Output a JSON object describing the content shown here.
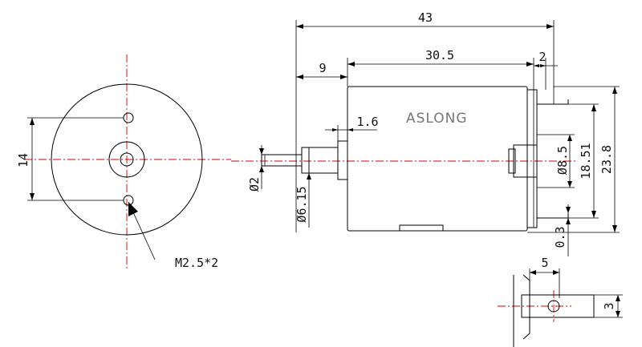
{
  "colors": {
    "line": "#000000",
    "centerline": "#d40000",
    "brand_text": "#777777"
  },
  "brand": "ASLONG",
  "dimensions": {
    "overall_length": "43",
    "shaft_extension": "9",
    "body_length": "30.5",
    "end_cap": "2",
    "boss_length": "1.6",
    "shaft_diameter": "Ø2",
    "boss_diameter": "Ø6.15",
    "bearing_diameter": "Ø8.5",
    "body_height": "18.51",
    "overall_height": "23.8",
    "terminal_offset": "0.3",
    "hole_spacing": "14",
    "mount_holes": "M2.5*2",
    "terminal_width": "5",
    "terminal_hole": "3"
  }
}
